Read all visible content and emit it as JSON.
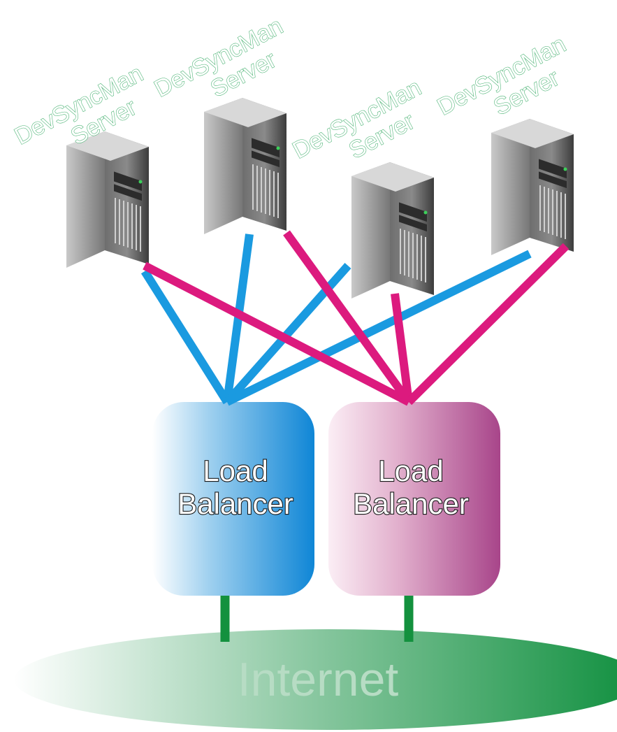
{
  "servers": [
    {
      "line1": "DevSyncMan",
      "line2": "Server"
    },
    {
      "line1": "DevSyncMan",
      "line2": "Server"
    },
    {
      "line1": "DevSyncMan",
      "line2": "Server"
    },
    {
      "line1": "DevSyncMan",
      "line2": "Server"
    }
  ],
  "load_balancers": [
    {
      "line1": "Load",
      "line2": "Balancer",
      "color": "#1e8ed6"
    },
    {
      "line1": "Load",
      "line2": "Balancer",
      "color": "#b0508f"
    }
  ],
  "network": {
    "label": "Internet",
    "color": "#1f9a4e"
  },
  "link_colors": {
    "blue": "#1a9ae0",
    "pink": "#dc1a7e",
    "uplink": "#13913e"
  }
}
